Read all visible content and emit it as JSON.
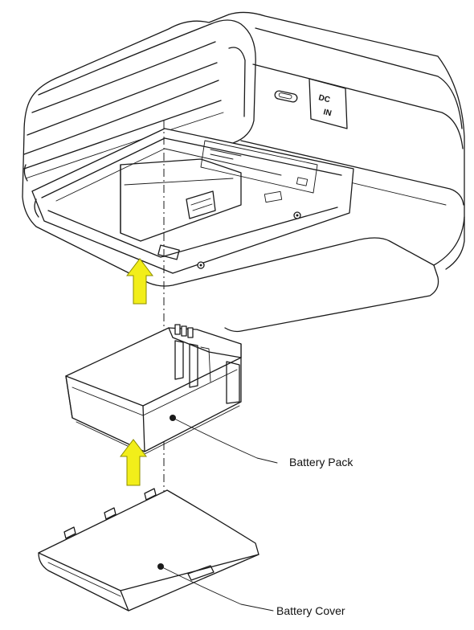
{
  "labels": {
    "battery_pack": "Battery Pack",
    "battery_cover": "Battery Cover",
    "dc_in_top": "DC",
    "dc_in_bottom": "IN"
  },
  "colors": {
    "arrow_fill": "#f2ee1a",
    "line": "#1a1a1a"
  },
  "icons": [
    "insert-arrow-icon"
  ]
}
